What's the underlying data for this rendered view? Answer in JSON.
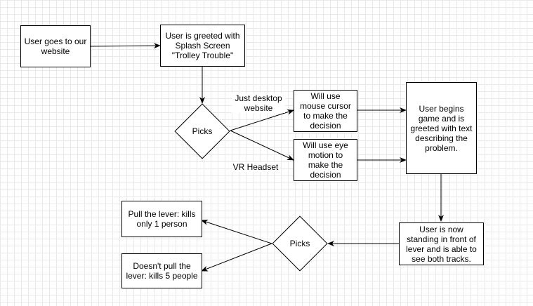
{
  "diagram": {
    "nodes": {
      "user_goes": "User goes to our website",
      "greeted": "User is greeted with Splash Screen \"Trolley Trouble\"",
      "picks_1": "Picks",
      "mouse": "Will use mouse cursor to make the decision",
      "eye": "Will use eye motion to make the decision",
      "begins": "User begins game and is greeted with text describing the problem.",
      "standing": "User is now standing in front of lever and is able to see both tracks.",
      "picks_2": "Picks",
      "pull": "Pull the lever: kills only 1 person",
      "no_pull": "Doesn't pull the lever: kills 5 people"
    },
    "edge_labels": {
      "desktop": "Just desktop website",
      "vr": "VR Headset"
    }
  }
}
